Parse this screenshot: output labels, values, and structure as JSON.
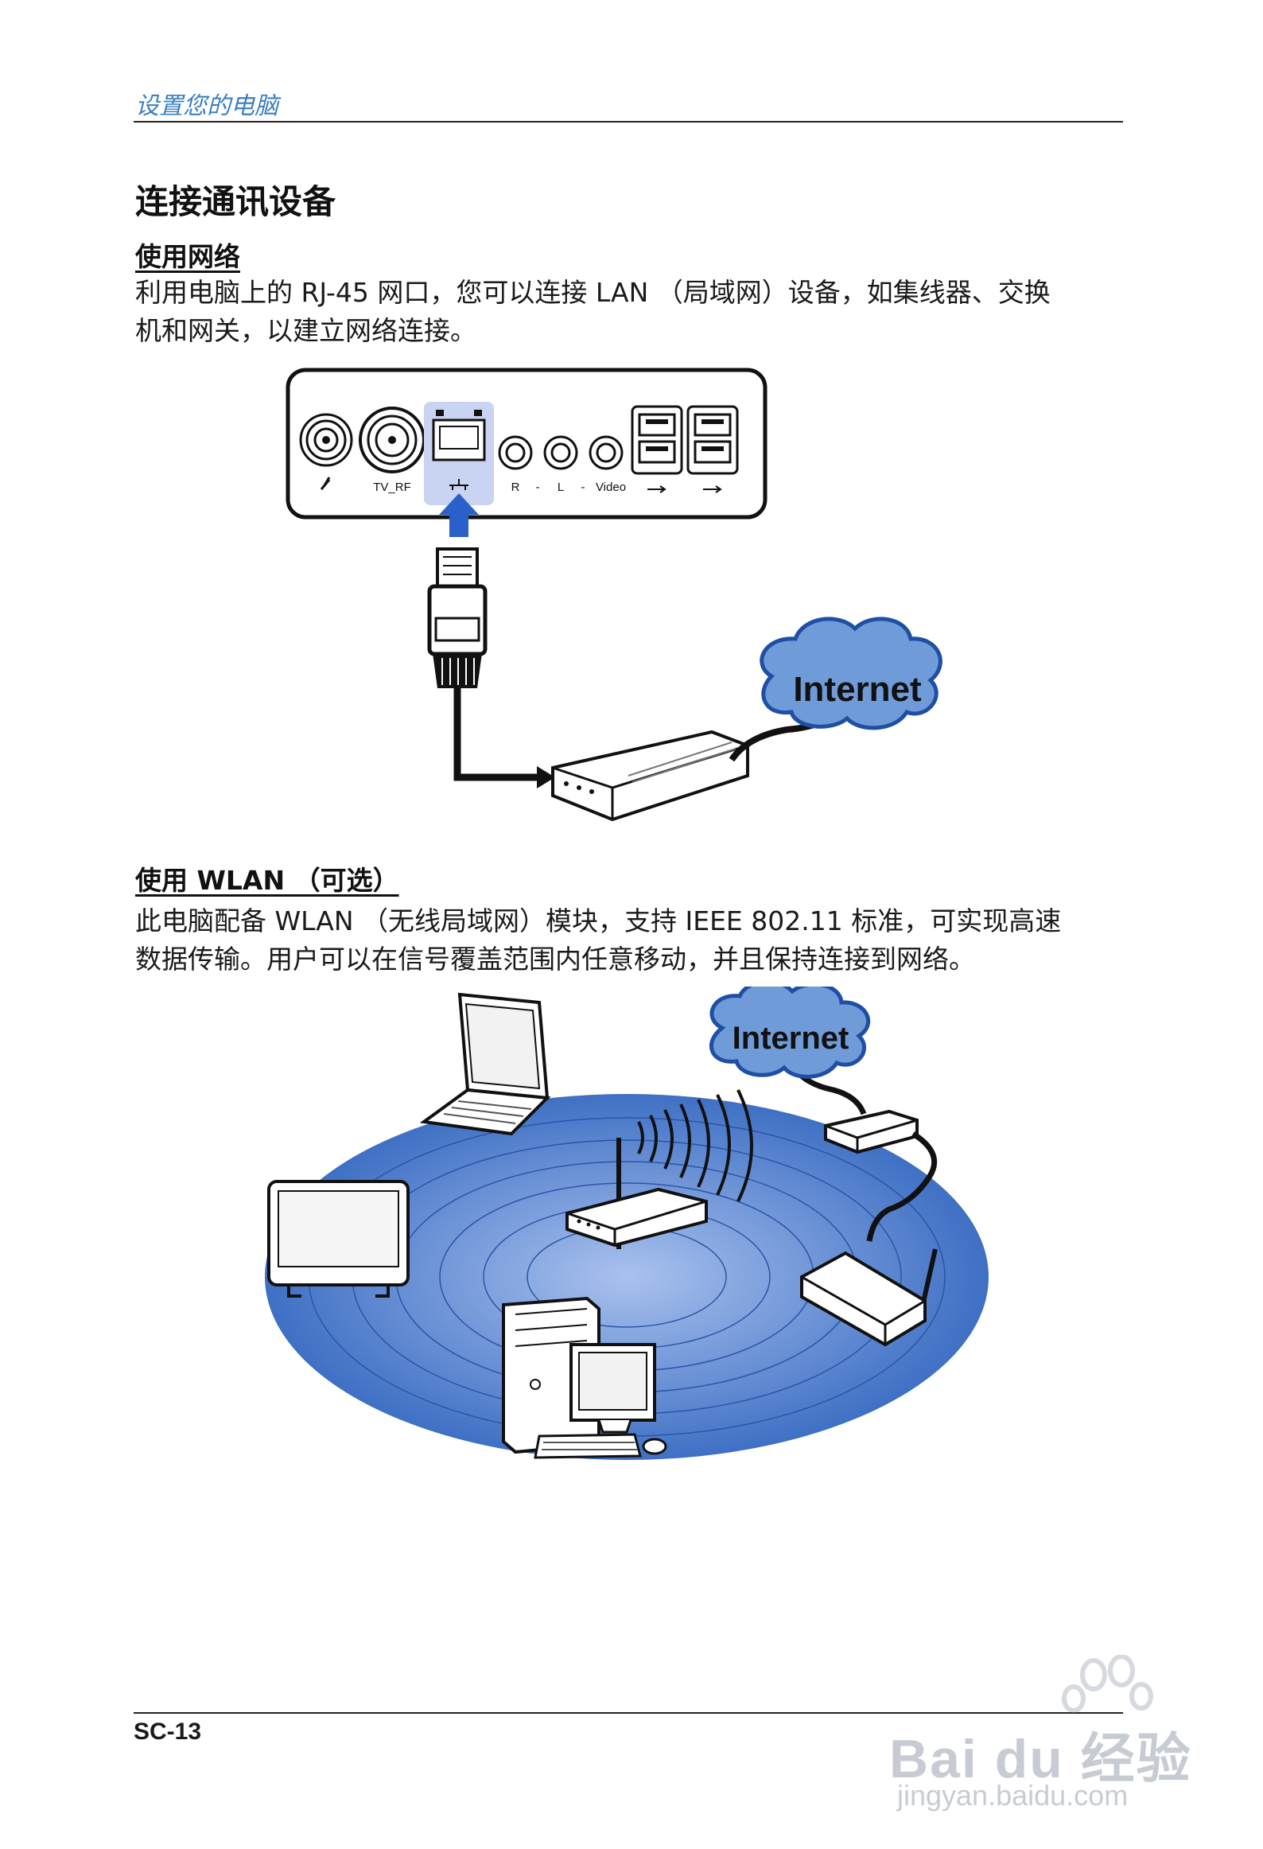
{
  "header": {
    "title": "设置您的电脑"
  },
  "section": {
    "title": "连接通讯设备"
  },
  "lan": {
    "heading": "使用网络",
    "text_line1": "利用电脑上的 RJ-45 网口，您可以连接 LAN （局域网）设备，如集线器、交换",
    "text_line2": "机和网关，以建立网络连接。",
    "port_labels": [
      "TV_RF",
      "R",
      "-",
      "L",
      "-",
      "Video"
    ],
    "cloud_label": "Internet"
  },
  "wlan": {
    "heading": "使用 WLAN （可选）",
    "text_line1": "此电脑配备 WLAN （无线局域网）模块，支持 IEEE 802.11 标准，可实现高速",
    "text_line2": "数据传输。用户可以在信号覆盖范围内任意移动，并且保持连接到网络。",
    "cloud_label": "Internet"
  },
  "footer": {
    "page": "SC-13"
  },
  "watermark": {
    "brand": "Bai du 经验",
    "site": "jingyan.baidu.com"
  },
  "colors": {
    "accent": "#3a7fc1",
    "cloud": "#6f9bd9",
    "ellipse": "#4f80cc"
  }
}
